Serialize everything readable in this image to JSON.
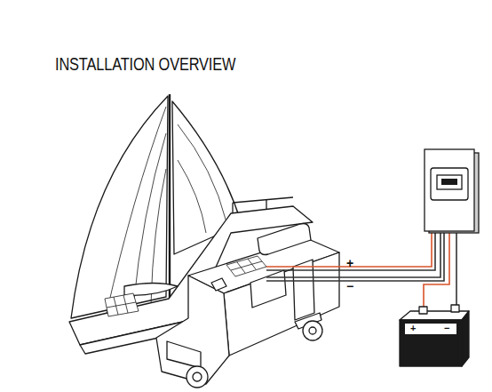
{
  "diagram": {
    "title": "INSTALLATION OVERVIEW",
    "labels": [
      "+",
      "−",
      "+",
      "−"
    ]
  }
}
